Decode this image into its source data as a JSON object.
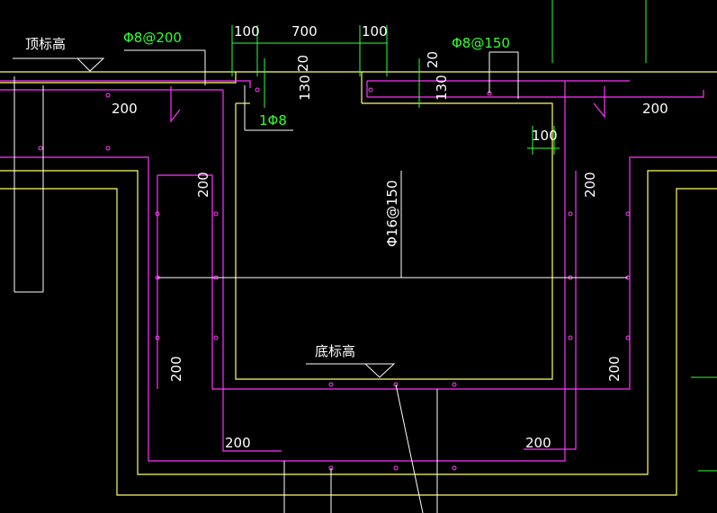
{
  "colors": {
    "background": "#000000",
    "concrete_outline": "#ffff66",
    "rebar": "#ff33ff",
    "dimension": "#33ff33",
    "leader": "#ffffff",
    "rebar_dot": "#ff44ff"
  },
  "labels": {
    "top_level": "顶标高",
    "bottom_level": "底标高",
    "rebar_top_left": "Φ8@200",
    "rebar_top_right": "Φ8@150",
    "rebar_vertical": "Φ16@150",
    "rebar_corner": "1Φ8",
    "dim_100_left": "100",
    "dim_700": "700",
    "dim_100_right": "100",
    "dim_20_left": "20",
    "dim_130_left": "130",
    "dim_20_right": "20",
    "dim_130_right": "130",
    "dim_100_side": "100",
    "cover_200_top_left": "200",
    "cover_200_top_right": "200",
    "cover_200_left_upper": "200",
    "cover_200_right_upper": "200",
    "cover_200_left_lower": "200",
    "cover_200_right_lower": "200",
    "cover_200_bottom_left": "200",
    "cover_200_bottom_right": "200"
  }
}
